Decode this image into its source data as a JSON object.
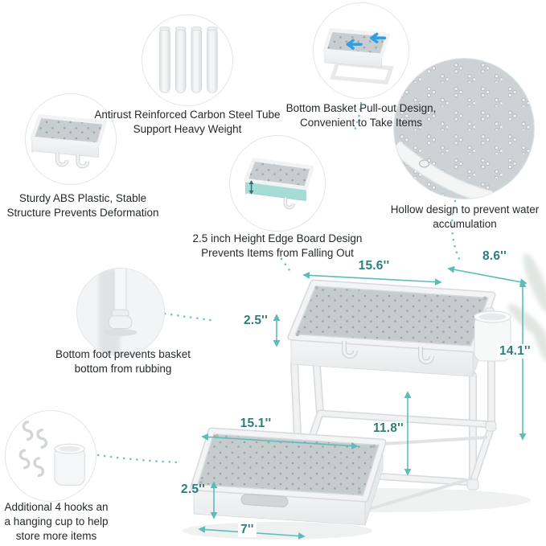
{
  "callouts": {
    "steel_tubes": {
      "text": "Antirust Reinforced Carbon Steel Tube Support Heavy Weight"
    },
    "pullout": {
      "text": "Bottom Basket Pull-out Design, Convenient to Take Items"
    },
    "abs_plastic": {
      "text": "Sturdy ABS Plastic, Stable Structure Prevents Deformation"
    },
    "hollow": {
      "text": "Hollow design to prevent water accumulation"
    },
    "edge_board": {
      "text": "2.5 inch Height Edge Board Design Prevents Items from Falling Out"
    },
    "bottom_foot": {
      "text": "Bottom foot prevents basket bottom from rubbing"
    },
    "hooks_cup": {
      "text": "Additional 4 hooks an a hanging cup to help store more items"
    }
  },
  "dimensions": {
    "top_width": "15.6''",
    "top_depth": "8.6''",
    "top_edge_height": "2.5''",
    "total_height": "14.1''",
    "bottom_width": "15.1''",
    "middle_height": "11.8''",
    "bottom_edge_height": "2.5''",
    "bottom_depth": "7''"
  },
  "colors": {
    "dimension_text": "#2e7d79",
    "arrow_teal": "#5dbcb7",
    "connector_dot_teal": "#6cc5c0",
    "pullout_arrow_blue": "#2e9fe6",
    "edge_highlight_teal": "#a7dcd6",
    "basket_surface_gray": "#c6cbce",
    "product_white": "#f2f3f4",
    "label_text": "#24292d"
  }
}
